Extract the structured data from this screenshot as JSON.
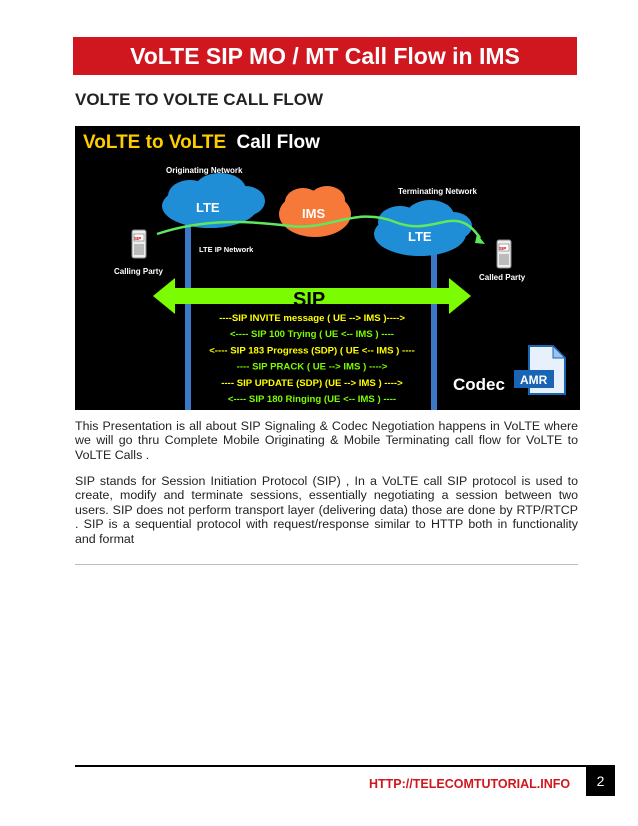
{
  "banner": {
    "title": "VoLTE SIP MO / MT Call Flow in IMS"
  },
  "section": {
    "heading": "VOLTE TO VOLTE CALL FLOW"
  },
  "figure": {
    "title_part1": "VoLTE to VoLTE",
    "title_part2": "Call Flow",
    "originating_network": "Originating Network",
    "terminating_network": "Terminating Network",
    "lte_left": "LTE",
    "lte_right": "LTE",
    "ims": "IMS",
    "lte_ip_network": "LTE IP Network",
    "calling_party": "Calling Party",
    "called_party": "Called Party",
    "phone_label": "SIP",
    "sip_label": "SIP",
    "messages": [
      "----SIP INVITE message ( UE --> IMS )---->",
      "<---- SIP 100 Trying  ( UE <-- IMS ) ----",
      "<---- SIP 183 Progress (SDP) ( UE <-- IMS ) ----",
      "---- SIP PRACK ( UE --> IMS ) ---->",
      "---- SIP UPDATE (SDP) (UE --> IMS ) ---->",
      "<---- SIP 180 Ringing (UE <-- IMS ) ----"
    ],
    "message_colors": [
      "#ffff00",
      "#7CFC00",
      "#ffff00",
      "#7CFC00",
      "#ffff00",
      "#7CFC00"
    ],
    "codec_label": "Codec",
    "amr_label": "AMR",
    "colors": {
      "cloud_blue": "#1f8ed6",
      "ims_orange": "#f7793a",
      "arrow_green": "#7CFC00",
      "title_yellow": "#ffcc00"
    }
  },
  "body": {
    "paragraph1": "This Presentation is all about SIP Signaling & Codec Negotiation happens in VoLTE where we will go thru Complete Mobile Originating & Mobile Terminating call flow for VoLTE to VoLTE Calls .",
    "paragraph2": "SIP stands for Session Initiation Protocol (SIP) , In a VoLTE call SIP protocol is used to create, modify and terminate sessions, essentially negotiating a session between two users. SIP does not perform transport layer (delivering data) those are done by RTP/RTCP . SIP is a sequential  protocol with request/response similar to HTTP both in functionality and format"
  },
  "footer": {
    "link": "HTTP://TELECOMTUTORIAL.INFO",
    "page_number": "2"
  }
}
